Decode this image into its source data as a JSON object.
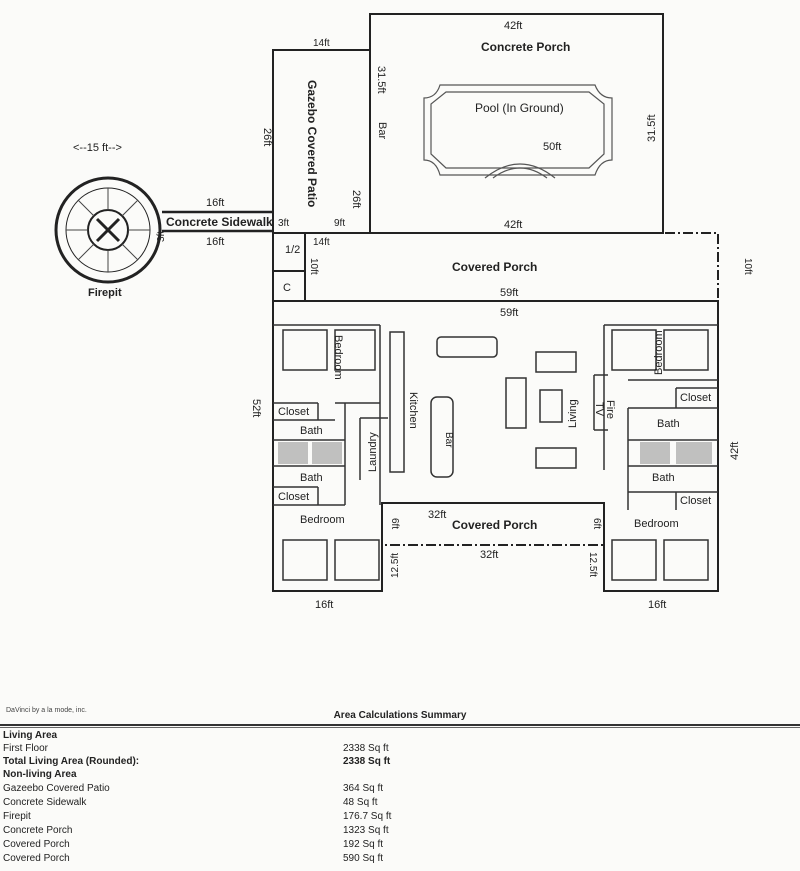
{
  "plan": {
    "labels": {
      "firepit_width": "<--15 ft-->",
      "firepit": "Firepit",
      "sidewalk": "Concrete Sidewalk",
      "sidewalk_top": "16ft",
      "sidewalk_bottom": "16ft",
      "sidewalk_end": "3ft",
      "sidewalk_end2": "3ft",
      "gazebo": "Gazebo Covered Patio",
      "gazebo_top": "14ft",
      "gazebo_left": "26ft",
      "gazebo_right": "26ft",
      "gazebo_right_top": "31.5ft",
      "gazebo_bottom": "9ft",
      "gazebo_corner": "1/2",
      "gazebo_corner_14": "14ft",
      "gazebo_corner_10": "10ft",
      "closet_c": "C",
      "bar_outside": "Bar",
      "concrete_porch": "Concrete Porch",
      "concrete_top": "42ft",
      "concrete_bottom": "42ft",
      "concrete_right": "31.5ft",
      "pool": "Pool (In Ground)",
      "pool_len": "50ft",
      "covered_porch_top": "Covered Porch",
      "cp_top_bottom": "59ft",
      "cp_top_right": "10ft",
      "house_top": "59ft",
      "house_left": "52ft",
      "house_right": "42ft",
      "bedroom_nw": "Bedroom",
      "closet_nw": "Closet",
      "bath_w1": "Bath",
      "bath_w2": "Bath",
      "closet_sw": "Closet",
      "bedroom_sw": "Bedroom",
      "laundry": "Laundry",
      "kitchen": "Kitchen",
      "bar_kitchen": "Bar",
      "living": "Living",
      "tv": "TV",
      "fire": "Fire",
      "bedroom_ne": "Bedroom",
      "closet_ne": "Closet",
      "bath_e1": "Bath",
      "bath_e2": "Bath",
      "closet_se": "Closet",
      "bedroom_se": "Bedroom",
      "covered_porch_bottom": "Covered Porch",
      "cp_bottom_top": "32ft",
      "cp_bottom_bottom": "32ft",
      "cp_bottom_left": "6ft",
      "cp_bottom_right": "6ft",
      "wing_left_side": "12.5ft",
      "wing_right_side": "12.5ft",
      "wing_left_bottom": "16ft",
      "wing_right_bottom": "16ft"
    }
  },
  "credit": "DaVinci by a la mode, inc.",
  "summary": {
    "title": "Area Calculations Summary",
    "rows": [
      {
        "label": "Living Area",
        "value": "",
        "bold": true
      },
      {
        "label": "First Floor",
        "value": "2338 Sq ft",
        "bold": false
      },
      {
        "label": "Total Living Area (Rounded):",
        "value": "2338 Sq ft",
        "bold": true
      },
      {
        "label": "Non-living Area",
        "value": "",
        "bold": true
      },
      {
        "label": "Gazeebo Covered Patio",
        "value": "364 Sq ft",
        "bold": false
      },
      {
        "label": "Concrete Sidewalk",
        "value": "48 Sq ft",
        "bold": false
      },
      {
        "label": "Firepit",
        "value": "176.7 Sq ft",
        "bold": false
      },
      {
        "label": "Concrete Porch",
        "value": "1323 Sq ft",
        "bold": false
      },
      {
        "label": "Covered Porch",
        "value": "192 Sq ft",
        "bold": false
      },
      {
        "label": "Covered Porch",
        "value": "590 Sq ft",
        "bold": false
      }
    ]
  }
}
